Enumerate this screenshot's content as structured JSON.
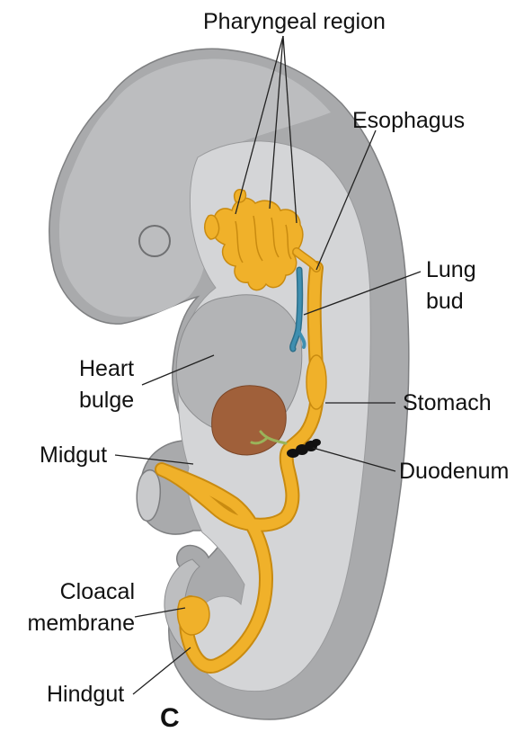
{
  "labels": {
    "pharyngeal": "Pharyngeal region",
    "esophagus": "Esophagus",
    "lung_bud": [
      "Lung",
      "bud"
    ],
    "heart_bulge": [
      "Heart",
      "bulge"
    ],
    "stomach": "Stomach",
    "midgut": "Midgut",
    "duodenum": "Duodenum",
    "cloacal_membrane": [
      "Cloacal",
      "membrane"
    ],
    "hindgut": "Hindgut",
    "panel_letter": "C"
  },
  "colors": {
    "embryo_outer": "#a9aaac",
    "embryo_light": "#d0d1d3",
    "body_cavity": "#c6c7c9",
    "gut": "#f0b12a",
    "gut_outline": "#c98b10",
    "lung_bud": "#3f8fb0",
    "liver": "#a0603a",
    "duodenum_mark": "#111111",
    "leader_line": "#222222"
  }
}
